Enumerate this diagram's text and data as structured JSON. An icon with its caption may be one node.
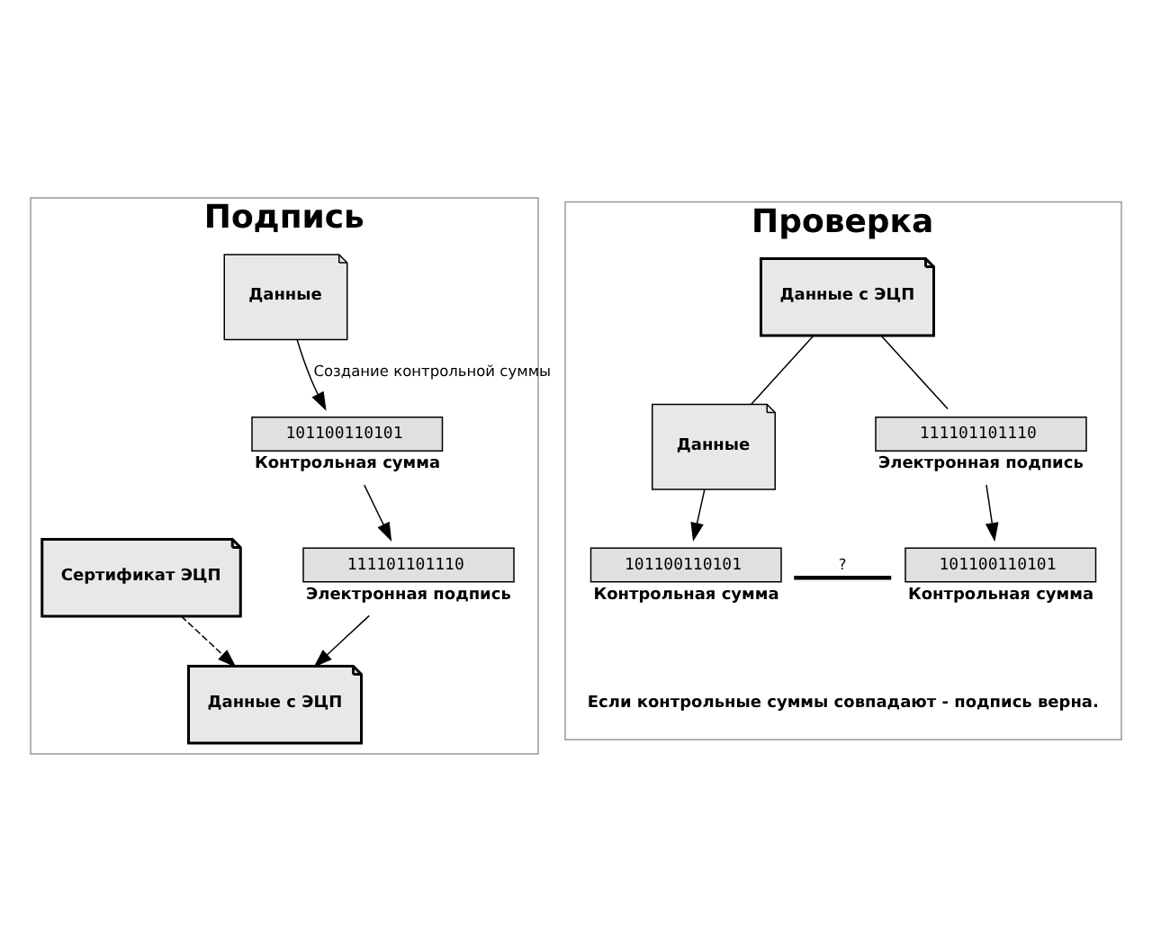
{
  "diagram": {
    "nodes": [
      {
        "text": [
          "Подпись"
        ]
      },
      {
        "text": [
          "Данные"
        ],
        "in": 0
      },
      {
        "text": [
          "101100110101"
        ],
        "beside": [
          "Контрольная сумма"
        ],
        "in": 0
      },
      {
        "text": [
          "Сертификат ЭЦП"
        ],
        "in": 0
      },
      {
        "text": [
          "111101101110"
        ],
        "beside": [
          "Электронная подпись"
        ],
        "in": 0
      },
      {
        "text": [
          "Данные с ЭЦП"
        ],
        "in": 0
      },
      {
        "text": [
          "Проверка"
        ]
      },
      {
        "text": [
          "Данные с ЭЦП"
        ],
        "in": 6
      },
      {
        "text": [
          "Данные"
        ],
        "in": 6
      },
      {
        "text": [
          "111101101110"
        ],
        "beside": [
          "Электронная подпись"
        ],
        "in": 6
      },
      {
        "text": [
          "101100110101"
        ],
        "beside": [
          "Контрольная сумма"
        ],
        "in": 6
      },
      {
        "text": [
          "101100110101"
        ],
        "beside": [
          "Контрольная сумма"
        ],
        "in": 6
      }
    ],
    "edges": [
      {
        "from": 1,
        "to": 2,
        "arrow": "to",
        "label": "Создание контрольной суммы"
      },
      {
        "from": 2,
        "to": 4,
        "arrow": "to"
      },
      {
        "from": 3,
        "to": 5,
        "arrow": "to",
        "style": "dashed"
      },
      {
        "from": 4,
        "to": 5,
        "arrow": "to"
      },
      {
        "from": 7,
        "to": 8,
        "arrow": "none"
      },
      {
        "from": 7,
        "to": 9,
        "arrow": "none"
      },
      {
        "from": 8,
        "to": 10,
        "arrow": "to"
      },
      {
        "from": 9,
        "to": 11,
        "arrow": "to"
      },
      {
        "from": 10,
        "to": 11,
        "arrow": "none",
        "label": "?",
        "style": "thick"
      }
    ],
    "labels": [
      "Если контрольные суммы совпадают - подпись верна."
    ]
  }
}
